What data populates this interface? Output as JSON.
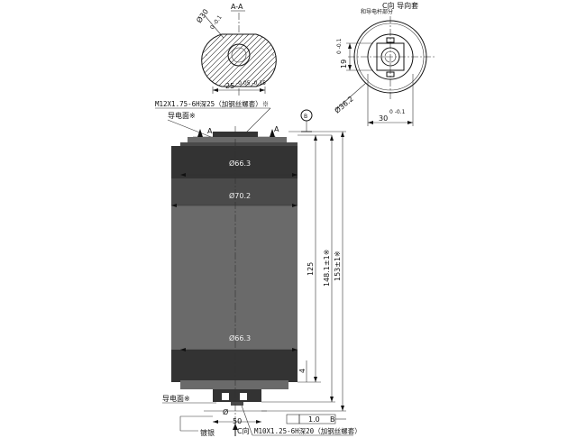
{
  "section_view": {
    "title": "A-A",
    "dia_label": "Ø30",
    "dia_tol": "0 -0.1",
    "width_label": "25",
    "width_tol": "-0.05 -0.15"
  },
  "end_view": {
    "title": "C向 导向套",
    "subtitle": "和导电杆部分",
    "height_label": "19",
    "height_tol": "0 -0.1",
    "dia_label": "Ø36.2",
    "width_label": "30",
    "width_tol": "0 -0.1"
  },
  "main_view": {
    "thread_top": "M12X1.75-6H深25（加钢丝螺套）※",
    "top_face": "导电面※",
    "arrow_a": "A",
    "mark_b": "B",
    "dia_top": "Ø66.3",
    "dia_mid": "Ø70.2",
    "dia_bottom": "Ø66.3",
    "len_125": "125",
    "len_148": "148.1±1※",
    "len_153": "153±1※",
    "small_4": "4",
    "bottom_face": "导电面※",
    "dia_bottom_small": "Ø",
    "dia_50": "50",
    "c_dir": "C向",
    "thread_bottom": "M10X1.25-6H深20（加钢丝螺套）",
    "label_ring": "镀银",
    "runout": "1.0",
    "runout_ref": "B"
  }
}
